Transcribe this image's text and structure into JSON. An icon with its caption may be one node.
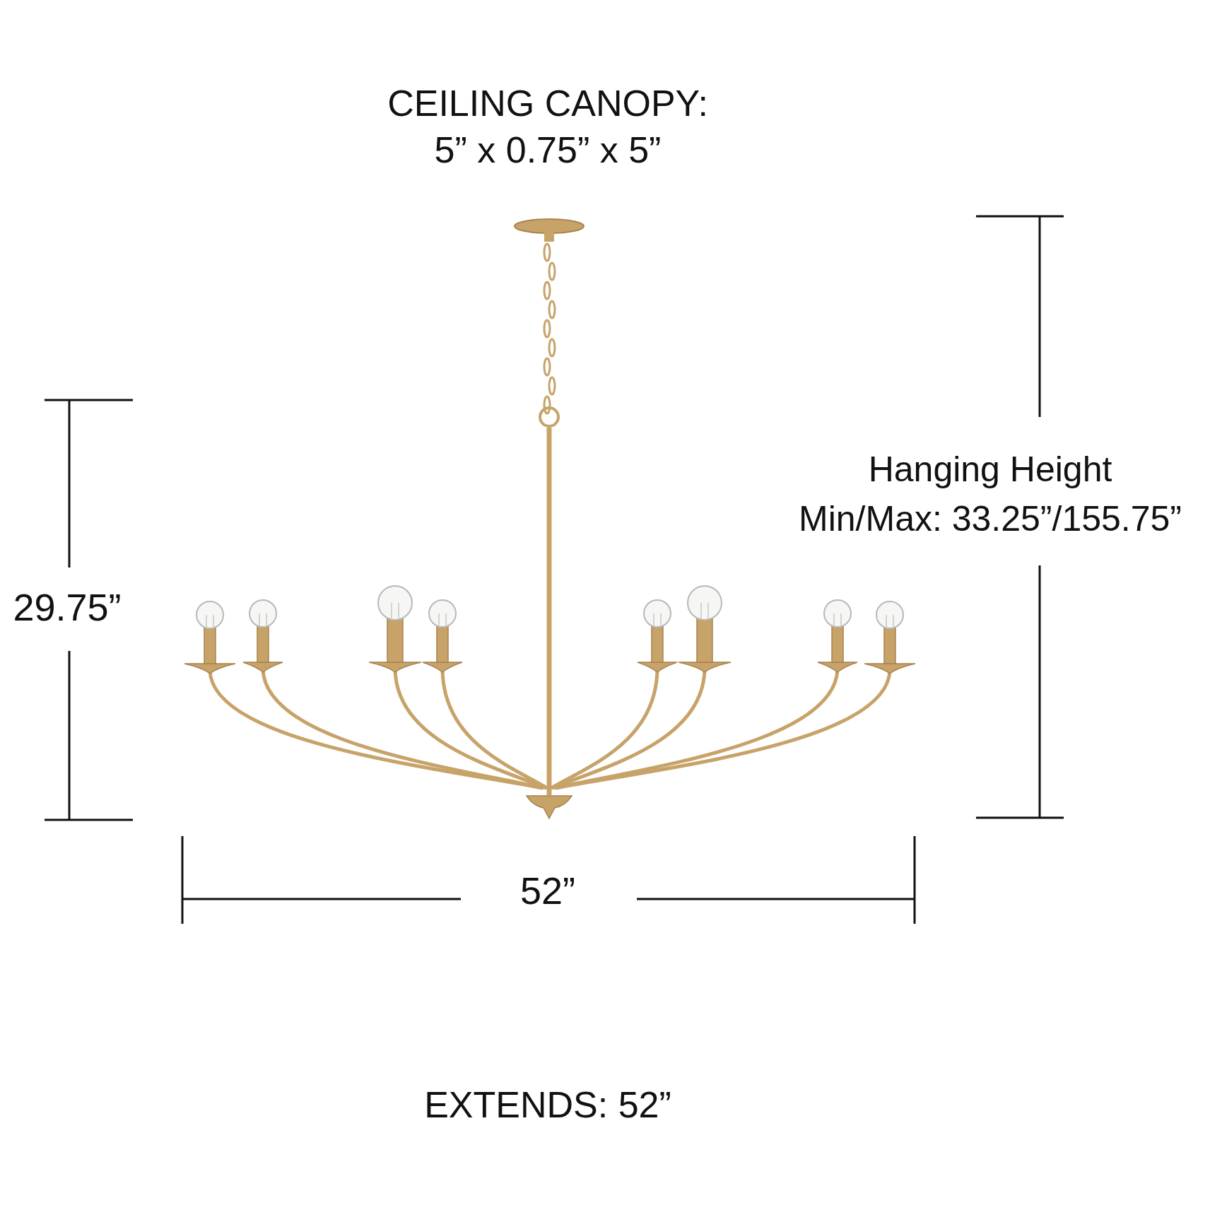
{
  "diagram": {
    "labels": [
      "CEILING CANOPY:",
      "5” x 0.75” x 5”",
      "Hanging Height",
      "Min/Max: 33.25”/155.75”",
      "29.75”",
      "52”",
      "EXTENDS: 52”"
    ]
  }
}
